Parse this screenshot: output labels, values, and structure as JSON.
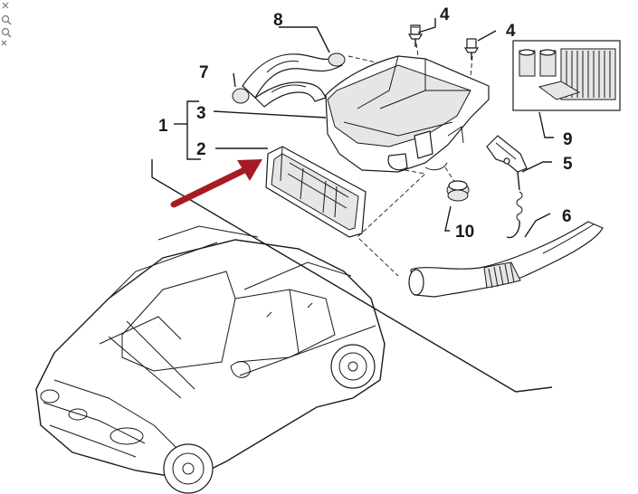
{
  "diagram": {
    "callouts": [
      {
        "id": "c1",
        "label": "1"
      },
      {
        "id": "c2",
        "label": "2"
      },
      {
        "id": "c3",
        "label": "3"
      },
      {
        "id": "c4a",
        "label": "4"
      },
      {
        "id": "c4b",
        "label": "4"
      },
      {
        "id": "c5",
        "label": "5"
      },
      {
        "id": "c6",
        "label": "6"
      },
      {
        "id": "c7",
        "label": "7"
      },
      {
        "id": "c8",
        "label": "8"
      },
      {
        "id": "c9",
        "label": "9"
      },
      {
        "id": "c10",
        "label": "10"
      }
    ],
    "highlight_arrow_color": "#a51c24",
    "line_color": "#1a1a1a",
    "background": "#ffffff"
  }
}
